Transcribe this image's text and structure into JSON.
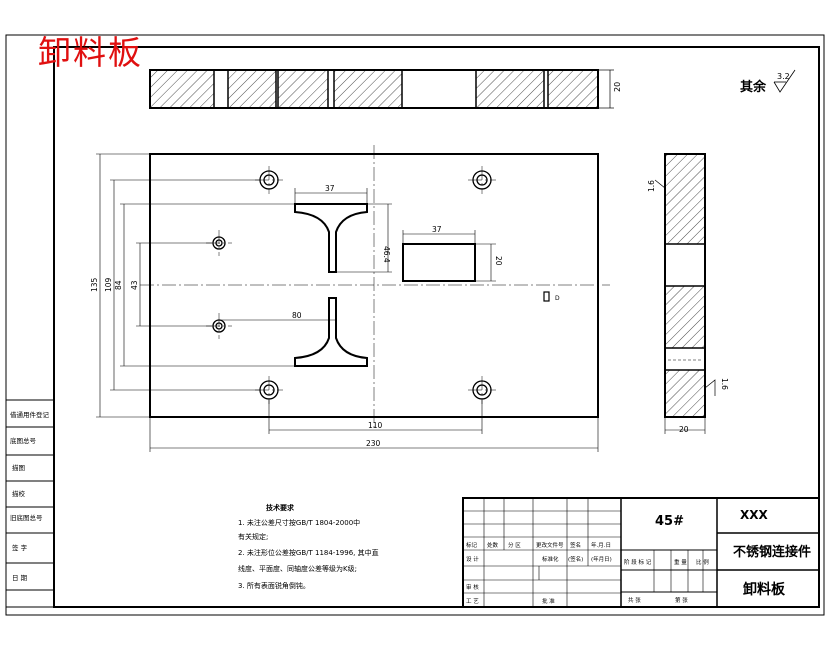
{
  "drawing_title_red": "卸料板",
  "surface_note": {
    "label": "其余",
    "value": "3.2"
  },
  "dimensions": {
    "top_thickness": "20",
    "overall_width": "230",
    "hole_spacing_x": "110",
    "overall_height": "135",
    "hole_spacing_y": "109",
    "inner_84": "84",
    "inner_43": "43",
    "slot_width": "37",
    "slot_depth": "46.4",
    "rect_width": "37",
    "rect_height": "20",
    "dist_80": "80",
    "side_width": "20",
    "side_roughness": "1.6",
    "side_roughness_2": "1.6",
    "marker_d": "D"
  },
  "tech_requirements": {
    "title": "技术要求",
    "items": [
      "1. 未注公差尺寸按GB/T 1804-2000中",
      "   有关规定;",
      "2. 未注形位公差按GB/T 1184-1996, 其中直",
      "   线度、平面度、同轴度公差等级为K级;",
      "3. 所有表面锐角倒钝。"
    ]
  },
  "left_strip": [
    "借通用件登记",
    "旧底图总号",
    "底图总号",
    "签 字",
    "日 期",
    "描图",
    "描校"
  ],
  "title_block": {
    "material": "45#",
    "company": "XXX",
    "part_name": "不锈钢连接件",
    "drawing_name": "卸料板",
    "row_marks": [
      "标记",
      "处数",
      "分 区",
      "更改文件号",
      "签名",
      "年.月.日"
    ],
    "row_design": [
      "设 计",
      "标准化",
      "(签名)",
      "(年月日)"
    ],
    "row_check": [
      "审 核"
    ],
    "row_process": [
      "工 艺",
      "批 准"
    ],
    "stage_headers": [
      "阶 段 标 记",
      "重 量",
      "比 例"
    ],
    "sheet_info": [
      "共 张",
      "第 张"
    ]
  }
}
